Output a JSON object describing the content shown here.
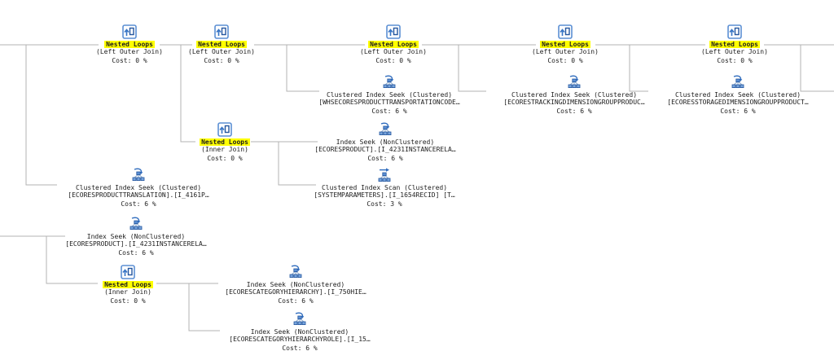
{
  "diagram": {
    "app": "SQL Server execution plan",
    "background_color": "#ffffff",
    "connector_color": "#b3b3b3",
    "highlight_color": "#ffff00",
    "icon_blue": "#3a6ebc"
  },
  "nodes": {
    "nl1": {
      "icon": "nested-loops-icon",
      "title": "Nested Loops",
      "subtitle": "(Left Outer Join)",
      "cost": "Cost: 0 %",
      "highlighted": true
    },
    "nl2": {
      "icon": "nested-loops-icon",
      "title": "Nested Loops",
      "subtitle": "(Left Outer Join)",
      "cost": "Cost: 0 %",
      "highlighted": true
    },
    "nl3": {
      "icon": "nested-loops-icon",
      "title": "Nested Loops",
      "subtitle": "(Left Outer Join)",
      "cost": "Cost: 0 %",
      "highlighted": true
    },
    "nl4": {
      "icon": "nested-loops-icon",
      "title": "Nested Loops",
      "subtitle": "(Left Outer Join)",
      "cost": "Cost: 0 %",
      "highlighted": true
    },
    "nl5": {
      "icon": "nested-loops-icon",
      "title": "Nested Loops",
      "subtitle": "(Left Outer Join)",
      "cost": "Cost: 0 %",
      "highlighted": true
    },
    "nl_inner1": {
      "icon": "nested-loops-icon",
      "title": "Nested Loops",
      "subtitle": "(Inner Join)",
      "cost": "Cost: 0 %",
      "highlighted": true
    },
    "nl_inner2": {
      "icon": "nested-loops-icon",
      "title": "Nested Loops",
      "subtitle": "(Inner Join)",
      "cost": "Cost: 0 %",
      "highlighted": true
    },
    "cis_whse": {
      "icon": "clustered-index-seek-icon",
      "title": "Clustered Index Seek (Clustered)",
      "subtitle": "[WHSECORESPRODUCTTRANSPORTATIONCODE…",
      "cost": "Cost: 6 %"
    },
    "cis_tracking": {
      "icon": "clustered-index-seek-icon",
      "title": "Clustered Index Seek (Clustered)",
      "subtitle": "[ECORESTRACKINGDIMENSIONGROUPPRODUC…",
      "cost": "Cost: 6 %"
    },
    "cis_storage": {
      "icon": "clustered-index-seek-icon",
      "title": "Clustered Index Seek (Clustered)",
      "subtitle": "[ECORESSTORAGEDIMENSIONGROUPPRODUCT…",
      "cost": "Cost: 6 %"
    },
    "is_mid": {
      "icon": "index-seek-icon",
      "title": "Index Seek (NonClustered)",
      "subtitle": "[ECORESPRODUCT].[I_4231INSTANCERELA…",
      "cost": "Cost: 6 %"
    },
    "cis_sysparams": {
      "icon": "clustered-index-scan-icon",
      "title": "Clustered Index Scan (Clustered)",
      "subtitle": "[SYSTEMPARAMETERS].[I_1654RECID] [T…",
      "cost": "Cost: 3 %"
    },
    "cis_translation": {
      "icon": "clustered-index-seek-icon",
      "title": "Clustered Index Seek (Clustered)",
      "subtitle": "[ECORESPRODUCTTRANSLATION].[I_4161P…",
      "cost": "Cost: 6 %"
    },
    "is_left": {
      "icon": "index-seek-icon",
      "title": "Index Seek (NonClustered)",
      "subtitle": "[ECORESPRODUCT].[I_4231INSTANCERELA…",
      "cost": "Cost: 6 %"
    },
    "is_cathier": {
      "icon": "index-seek-icon",
      "title": "Index Seek (NonClustered)",
      "subtitle": "[ECORESCATEGORYHIERARCHY].[I_750HIE…",
      "cost": "Cost: 6 %"
    },
    "is_cathierrole": {
      "icon": "index-seek-icon",
      "title": "Index Seek (NonClustered)",
      "subtitle": "[ECORESCATEGORYHIERARCHYROLE].[I_15…",
      "cost": "Cost: 6 %"
    }
  },
  "edges": [
    {
      "from": "offscreen-left-parent-1",
      "to": "nl1"
    },
    {
      "from": "offscreen-left-parent-1",
      "to": "cis_translation"
    },
    {
      "from": "nl1",
      "to": "nl2"
    },
    {
      "from": "nl1",
      "to": "nl_inner1"
    },
    {
      "from": "nl2",
      "to": "nl3"
    },
    {
      "from": "nl2",
      "to": "cis_whse"
    },
    {
      "from": "nl3",
      "to": "nl4"
    },
    {
      "from": "nl3",
      "to": "cis_tracking"
    },
    {
      "from": "nl4",
      "to": "nl5"
    },
    {
      "from": "nl4",
      "to": "cis_storage"
    },
    {
      "from": "nl5",
      "to": "offscreen-right-child-1"
    },
    {
      "from": "nl5",
      "to": "offscreen-right-child-2"
    },
    {
      "from": "nl_inner1",
      "to": "is_mid"
    },
    {
      "from": "nl_inner1",
      "to": "cis_sysparams"
    },
    {
      "from": "offscreen-left-parent-2",
      "to": "is_left"
    },
    {
      "from": "offscreen-left-parent-2",
      "to": "nl_inner2"
    },
    {
      "from": "nl_inner2",
      "to": "is_cathier"
    },
    {
      "from": "nl_inner2",
      "to": "is_cathierrole"
    }
  ]
}
